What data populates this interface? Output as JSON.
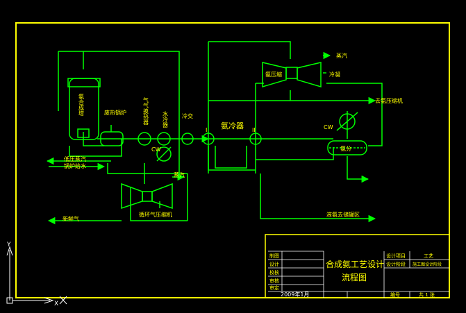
{
  "title_block": {
    "project_title_line1": "合成氨工艺设计",
    "project_title_line2": "流程图",
    "date": "2009年1月",
    "left_rows": [
      "制图",
      "设计",
      "校核",
      "审核",
      "审定"
    ],
    "design_item_label": "设计项目",
    "design_item_value": "工艺",
    "design_stage_label": "设计阶段",
    "design_stage_value": "施工图设计阶段",
    "sheet_label": "编号",
    "sheet_value": "共 1 张"
  },
  "labels": {
    "synthesis_tower": "氨合成塔",
    "waste_heat_boiler": "废热锅炉",
    "gas_heat_exchanger": "气气换热器",
    "water_cooler": "水冷器",
    "cold_exchanger": "冷交",
    "ammonia_cooler": "氨冷器",
    "compressor": "氨压缩",
    "steam_top": "蒸汽",
    "condenser": "冷凝",
    "to_ammonia_station": "去氨压缩机",
    "cw": "CW",
    "cw2": "CW",
    "separator": "氨分",
    "lp_steam": "低压蒸汽",
    "boiler_feed_water": "锅炉给水",
    "circ_compressor": "循环气压缩机",
    "steam_mid": "蒸汽",
    "fresh_gas": "新鲜气",
    "liquid_ammonia": "液氨去储罐区",
    "roman_I": "I",
    "roman_II": "II"
  },
  "axis_icons": {
    "y_label": "Y",
    "x_label": "X"
  }
}
